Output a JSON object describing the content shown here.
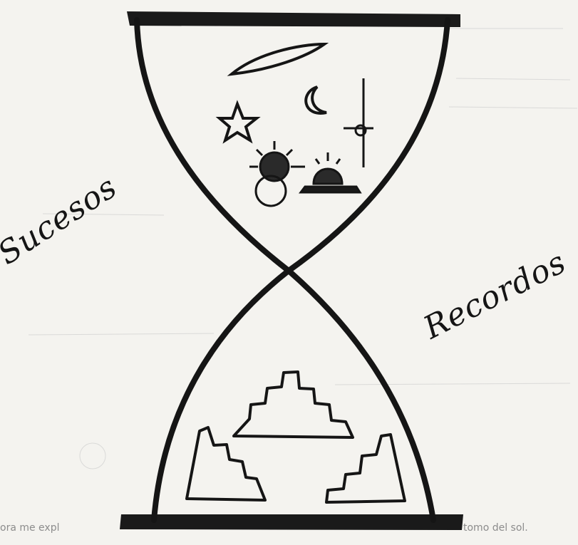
{
  "labels": {
    "left_word": "Sucesos",
    "right_word": "Recordos"
  },
  "caption": {
    "left_fragment": "ora me expl",
    "right_fragment": "tomo del sol."
  },
  "icons": {
    "top_bulb": [
      "shooting-star-icon",
      "crescent-moon-icon",
      "star-icon",
      "compass-icon",
      "sun-icon",
      "sunrise-icon"
    ],
    "bottom_bulb": [
      "stepped-pyramid-icon",
      "left-mountain-icon",
      "right-mountain-icon"
    ]
  },
  "colors": {
    "ink": "#151515",
    "paper": "#f4f3ef",
    "faint_print": "#c9c9c9"
  }
}
